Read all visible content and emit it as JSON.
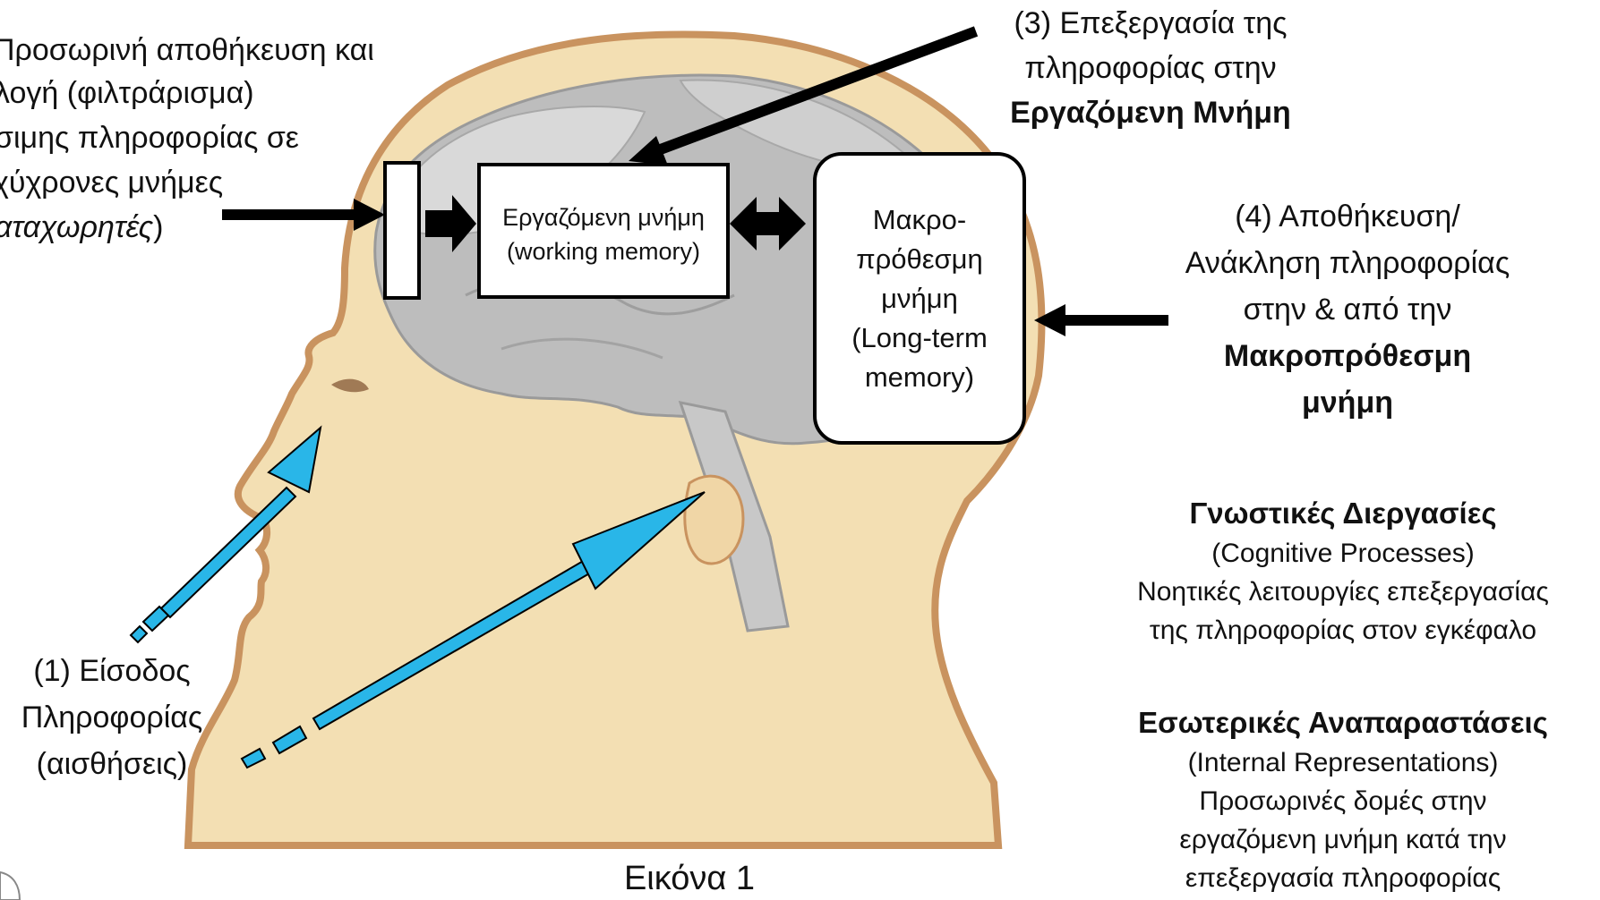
{
  "sensory_text": {
    "line1": "Προσωρινή αποθήκευση και",
    "line2": "λογή (φιλτράρισμα)",
    "line3": "σιμης πληροφορίας σε",
    "line4": "χύχρονες μνήμες",
    "line5_italic": "αταχωρητές",
    "line5_tail": ")"
  },
  "step3": {
    "line1": "(3) Επεξεργασία της",
    "line2": "πληροφορίας στην",
    "line3": "Εργαζόμενη Μνήμη"
  },
  "working_memory_box": {
    "line1": "Εργαζόμενη μνήμη",
    "line2": "(working memory)"
  },
  "long_term_box": {
    "line1": "Μακρο-",
    "line2": "πρόθεσμη",
    "line3": "μνήμη",
    "line4": "(Long-term",
    "line5": "memory)"
  },
  "step4": {
    "line1": "(4) Αποθήκευση/",
    "line2": "Ανάκληση πληροφορίας",
    "line3": "στην & από την",
    "line4": "Μακροπρόθεσμη",
    "line5": "μνήμη"
  },
  "cognitive": {
    "title": "Γνωστικές Διεργασίες",
    "subtitle": "(Cognitive Processes)",
    "desc1": "Νοητικές λειτουργίες επεξεργασίας",
    "desc2": "της πληροφορίας στον εγκέφαλο"
  },
  "internal": {
    "title": "Εσωτερικές Αναπαραστάσεις",
    "subtitle": "(Internal Representations)",
    "desc1": "Προσωρινές δομές στην",
    "desc2": "εργαζόμενη μνήμη κατά την",
    "desc3": "επεξεργασία πληροφορίας"
  },
  "step1": {
    "line1": "(1) Είσοδος",
    "line2": "Πληροφορίας",
    "line3": "(αισθήσεις)"
  },
  "caption": "Εικόνα 1",
  "colors": {
    "skin": "#f3dfb3",
    "skin_edge": "#c9935f",
    "brain": "#b9b9b9",
    "brain_light": "#d6d6d6",
    "input_arrow": "#29b6e8"
  }
}
